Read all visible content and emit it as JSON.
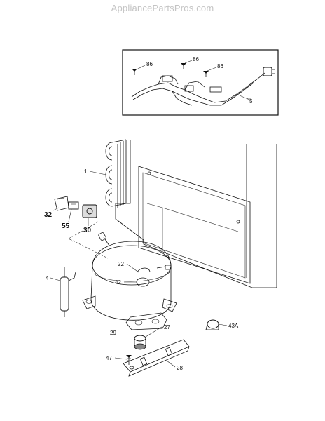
{
  "watermark": "AppliancePartsPros.com",
  "callouts": {
    "screw_left": "86",
    "screw_mid": "86",
    "screw_right": "86",
    "harness": "5",
    "condenser": "1",
    "relay_bracket": "32",
    "relay": "55",
    "overload": "30",
    "drier": "4",
    "terminal": "22",
    "plug": "42",
    "compressor": "29",
    "grommet": "27",
    "clamp": "43A",
    "screw_bottom": "47",
    "mount_rail": "28"
  }
}
